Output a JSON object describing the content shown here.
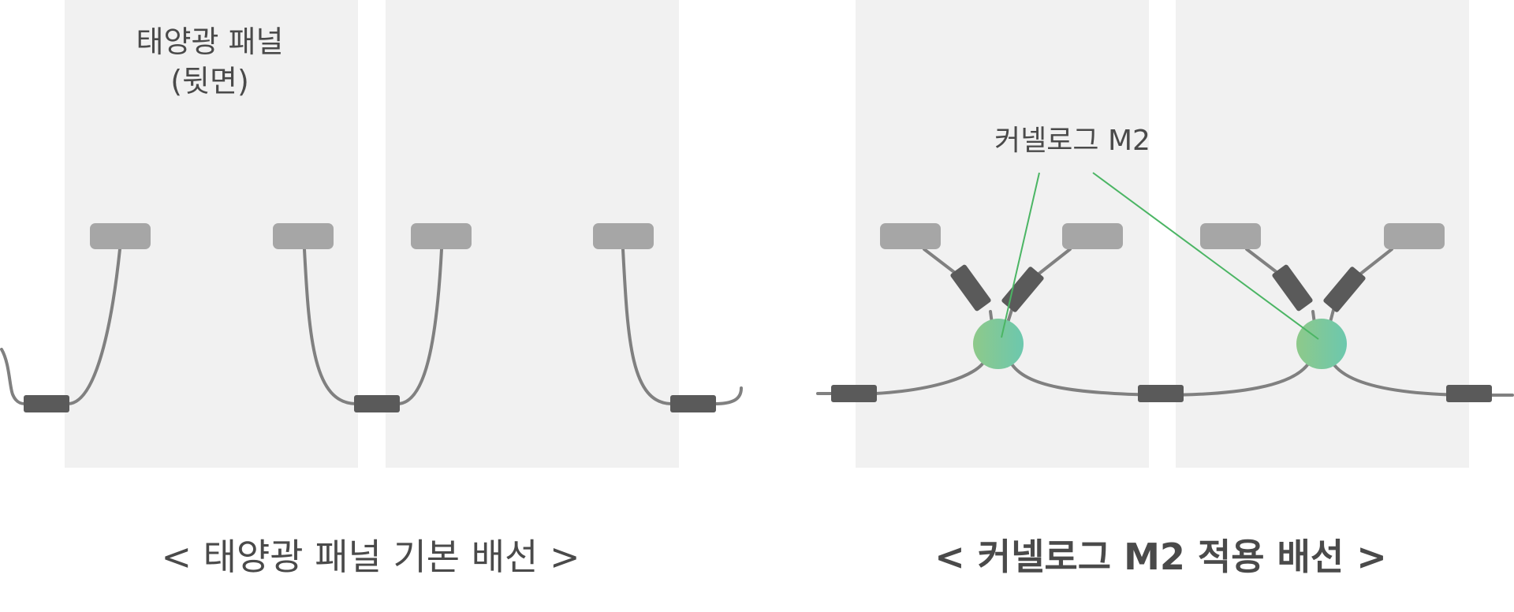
{
  "left_diagram": {
    "panel_label_line1": "태양광 패널",
    "panel_label_line2": "(뒷면)",
    "caption": "< 태양광 패널 기본 배선 >"
  },
  "right_diagram": {
    "callout_label": "커넬로그 M2",
    "caption": "< 커넬로그 M2 적용 배선 >"
  },
  "colors": {
    "panel": "#f1f1f1",
    "junction_box": "#a6a6a6",
    "cable": "#808080",
    "connector": "#5a5a5a",
    "hub_gradient_start": "#8ec98a",
    "hub_gradient_end": "#6cc8ae",
    "callout_line": "#4bb564",
    "text": "#4a4a4a"
  }
}
